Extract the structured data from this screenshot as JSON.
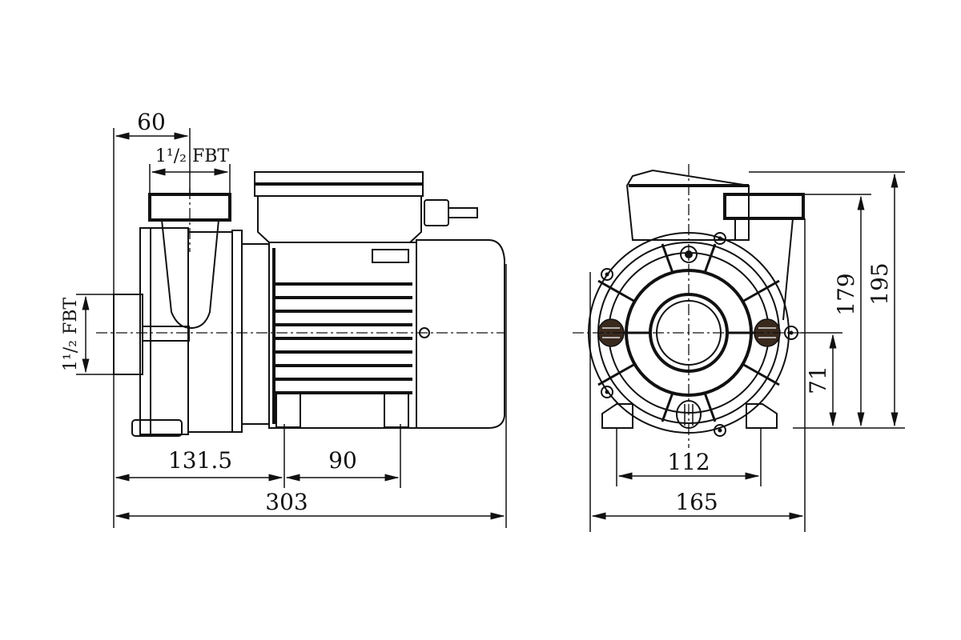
{
  "title": "Pump dimension drawing",
  "side_view": {
    "dim_outlet_offset": "60",
    "dim_outlet_size": "1¹/₂ FBT",
    "dim_inlet_size": "1¹/₂ FBT",
    "dim_front_to_foot": "131.5",
    "dim_foot_spacing": "90",
    "dim_total_length": "303"
  },
  "front_view": {
    "dim_foot_width": "112",
    "dim_total_width": "165",
    "dim_outlet_height": "179",
    "dim_total_height": "195",
    "dim_axis_height": "71"
  }
}
